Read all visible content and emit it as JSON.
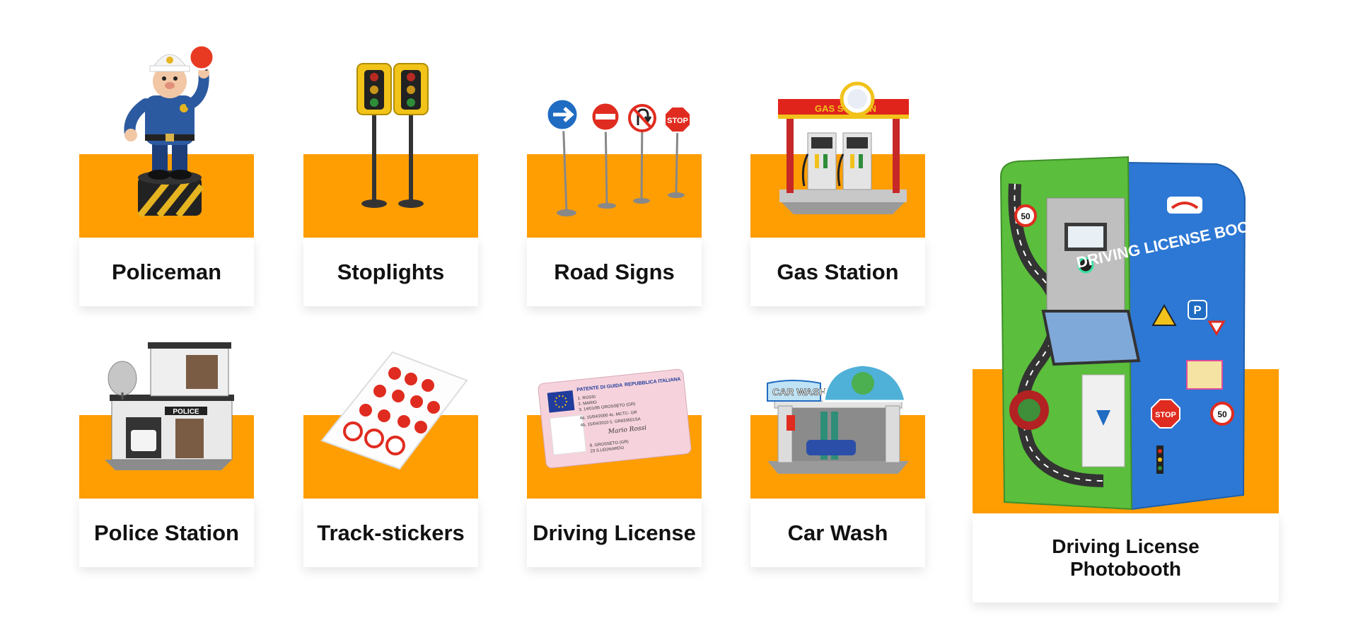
{
  "colors": {
    "accent": "#FF9E02",
    "label_text": "#111111",
    "card_bg": "#FFFFFF"
  },
  "products": [
    {
      "label": "Policeman",
      "icon": "policeman-figure-icon"
    },
    {
      "label": "Stoplights",
      "icon": "stoplights-icon"
    },
    {
      "label": "Road Signs",
      "icon": "road-signs-icon"
    },
    {
      "label": "Gas Station",
      "icon": "gas-station-icon"
    },
    {
      "label": "Police Station",
      "icon": "police-station-icon"
    },
    {
      "label": "Track-stickers",
      "icon": "track-stickers-icon"
    },
    {
      "label": "Driving License",
      "icon": "driving-license-icon"
    },
    {
      "label": "Car Wash",
      "icon": "car-wash-icon"
    },
    {
      "label": "Driving License\nPhotobooth",
      "icon": "photobooth-icon"
    }
  ],
  "art_text": {
    "gas_station_sign": "GAS STATION",
    "police_sign": "POLICE",
    "car_wash_sign": "CAR WASH",
    "license_title": "PATENTE DI GUIDA",
    "license_country": "REPUBBLICA ITALIANA",
    "license_lines": [
      "1. ROSSI",
      "2. MARIO",
      "3. 14/01/85   GROSSETO   (GR)",
      "4a. 15/04/2000   4c. MCTC- GR",
      "4b. 15/04/2010   5. GR633501SA",
      "8. GROSSETO   (GR)",
      "23  S.LEONARDO"
    ],
    "license_signature": "Mario Rossi",
    "booth_title": "DRIVING LICENSE BOOTH",
    "stop_sign": "STOP",
    "speed_sign": "50",
    "parking_sign": "P"
  }
}
